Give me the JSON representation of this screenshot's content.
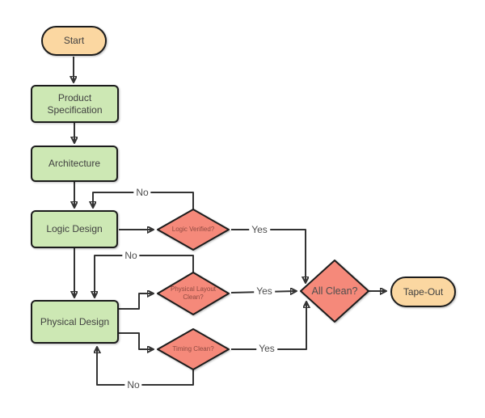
{
  "diagram": {
    "type": "flowchart",
    "background": "#ffffff",
    "colors": {
      "terminator_fill": "#fbd7a1",
      "process_fill": "#cde8b4",
      "decision_fill": "#f5897a",
      "shape_border": "#1c1c1c",
      "connector": "#333333",
      "text": "#404040",
      "decision_small_text": "#8f4a41"
    },
    "nodes": {
      "start": {
        "label": "Start",
        "type": "terminator"
      },
      "product_specification": {
        "label": "Product Specification",
        "type": "process"
      },
      "architecture": {
        "label": "Architecture",
        "type": "process"
      },
      "logic_design": {
        "label": "Logic Design",
        "type": "process"
      },
      "physical_design": {
        "label": "Physical Design",
        "type": "process"
      },
      "logic_verified": {
        "label": "Logic Verified?",
        "type": "decision"
      },
      "physical_layout_clean": {
        "label": "Physical Layout Clean?",
        "type": "decision"
      },
      "timing_clean": {
        "label": "Timing Clean?",
        "type": "decision"
      },
      "all_clean": {
        "label": "All Clean?",
        "type": "decision"
      },
      "tape_out": {
        "label": "Tape-Out",
        "type": "terminator"
      }
    },
    "edges": [
      {
        "from": "Start",
        "to": "Product Specification",
        "label": ""
      },
      {
        "from": "Product Specification",
        "to": "Architecture",
        "label": ""
      },
      {
        "from": "Architecture",
        "to": "Logic Design",
        "label": ""
      },
      {
        "from": "Logic Design",
        "to": "Logic Verified?",
        "label": ""
      },
      {
        "from": "Logic Verified?",
        "to": "Logic Design",
        "label": "No"
      },
      {
        "from": "Logic Verified?",
        "to": "All Clean?",
        "label": "Yes"
      },
      {
        "from": "Logic Design",
        "to": "Physical Design",
        "label": ""
      },
      {
        "from": "Physical Design",
        "to": "Physical Layout Clean?",
        "label": ""
      },
      {
        "from": "Physical Layout Clean?",
        "to": "Physical Design",
        "label": "No"
      },
      {
        "from": "Physical Layout Clean?",
        "to": "All Clean?",
        "label": "Yes"
      },
      {
        "from": "Physical Design",
        "to": "Timing Clean?",
        "label": ""
      },
      {
        "from": "Timing Clean?",
        "to": "Physical Design",
        "label": "No"
      },
      {
        "from": "Timing Clean?",
        "to": "All Clean?",
        "label": "Yes"
      },
      {
        "from": "All Clean?",
        "to": "Tape-Out",
        "label": ""
      }
    ]
  }
}
